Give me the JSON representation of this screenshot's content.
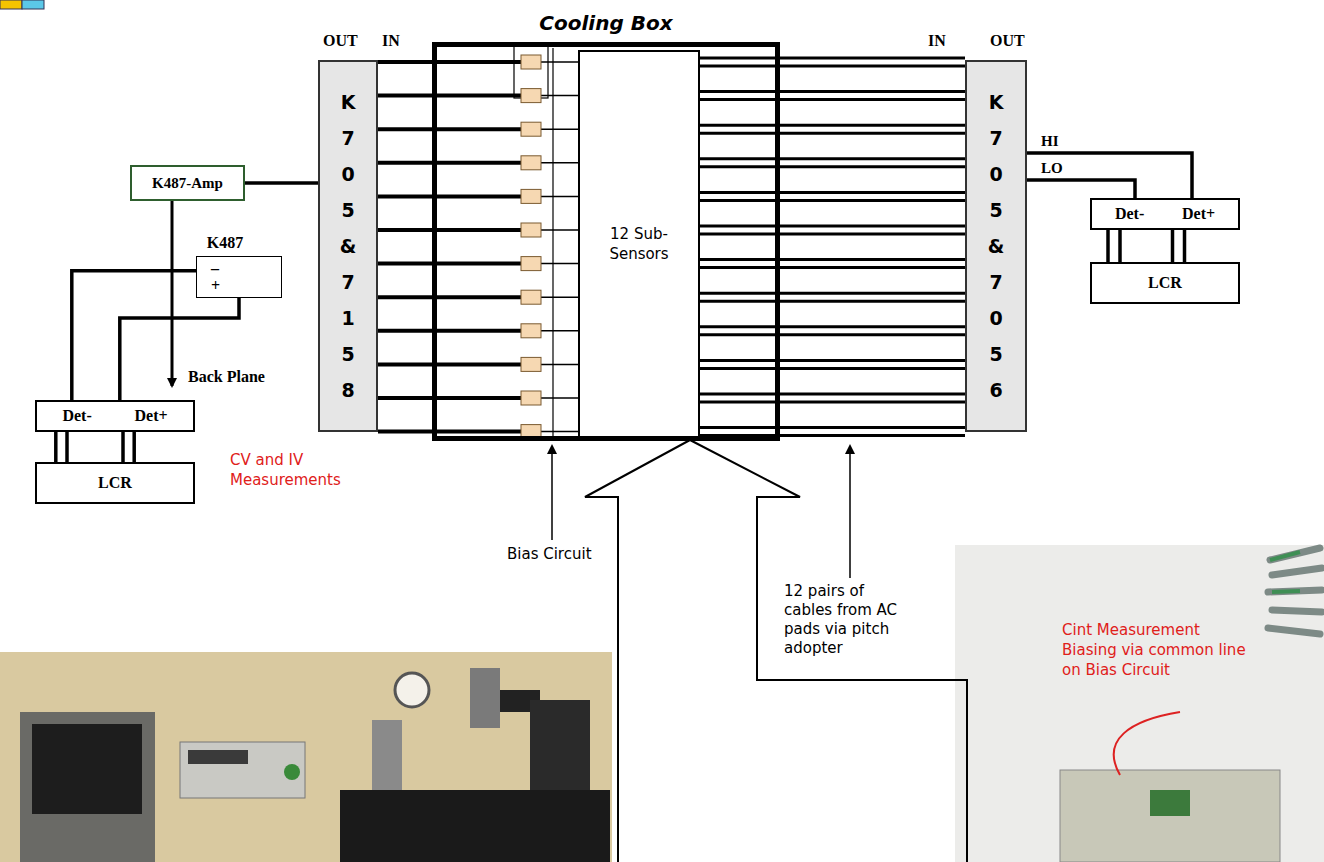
{
  "diagram": {
    "nodes": [
      {
        "text": [
          "Cooling Box"
        ]
      },
      {
        "text": [
          "12 Sub- Sensors"
        ],
        "in": 0
      },
      {
        "text": [
          "K 7 0 5 & 7 1 5 8"
        ]
      },
      {
        "text": [
          "K 7 0 5 & 7 0 5 6"
        ]
      },
      {
        "text": [
          "K487-Amp"
        ]
      },
      {
        "text": [
          "K487",
          "–",
          "+"
        ]
      },
      {
        "text": [
          "Det-",
          "Det+"
        ]
      },
      {
        "text": [
          "LCR"
        ]
      },
      {
        "text": [
          "Det-",
          "Det+"
        ]
      },
      {
        "text": [
          "LCR"
        ]
      }
    ],
    "edges": [
      {
        "from": 4,
        "to": 2,
        "arrow": "none"
      },
      {
        "from": 3,
        "to": 8,
        "label": "HI",
        "arrow": "none"
      },
      {
        "from": 3,
        "to": 8,
        "label": "LO",
        "arrow": "none"
      },
      {
        "from": 6,
        "to": 7,
        "arrow": "none"
      },
      {
        "from": 6,
        "to": 7,
        "arrow": "none"
      },
      {
        "from": 6,
        "to": 7,
        "arrow": "none"
      },
      {
        "from": 6,
        "to": 7,
        "arrow": "none"
      },
      {
        "from": 8,
        "to": 9,
        "arrow": "none"
      },
      {
        "from": 8,
        "to": 9,
        "arrow": "none"
      },
      {
        "from": 8,
        "to": 9,
        "arrow": "none"
      },
      {
        "from": 8,
        "to": 9,
        "arrow": "none"
      },
      {
        "from": 6,
        "to": 5,
        "arrow": "none"
      },
      {
        "from": 6,
        "to": 5,
        "arrow": "none"
      }
    ],
    "labels": [
      "OUT",
      "IN",
      "IN",
      "OUT",
      "Back Plane",
      "CV and IV Measurements",
      "Bias Circuit",
      "12 pairs of cables from AC pads via pitch adopter",
      "Cint Measurement Biasing via common line on Bias Circuit"
    ]
  }
}
